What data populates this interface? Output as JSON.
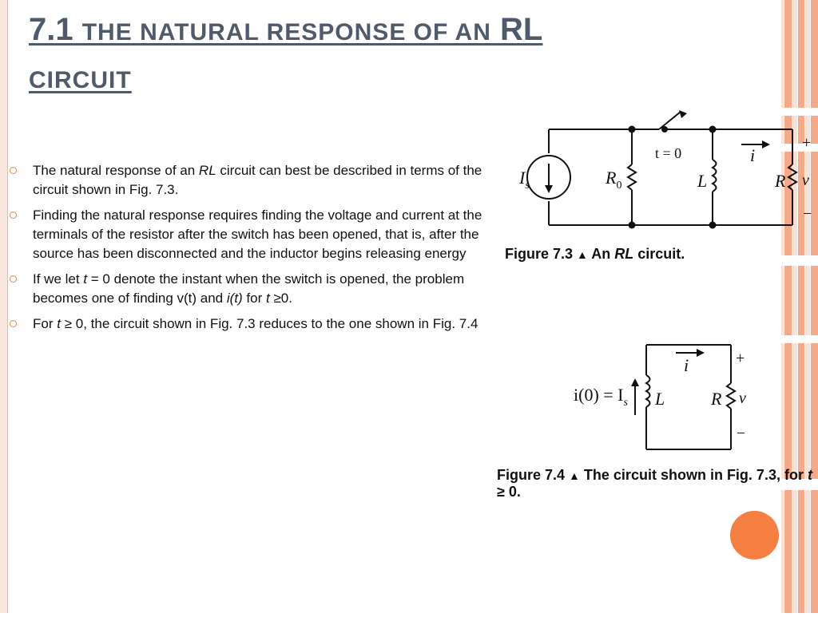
{
  "slide": {
    "title_number": "7.1",
    "title_smallcaps": "THE NATURAL RESPONSE OF AN",
    "title_rl": "RL",
    "title_line2": "CIRCUIT"
  },
  "bullets": [
    {
      "parts": [
        {
          "t": "The natural response of an ",
          "i": false
        },
        {
          "t": "RL",
          "i": true
        },
        {
          "t": " circuit can best be described in terms of the circuit shown in Fig. 7.3.",
          "i": false
        }
      ]
    },
    {
      "parts": [
        {
          "t": "Finding the natural response requires finding the voltage and current at the terminals of the resistor after the switch has been opened, that is, after the source has been disconnected and the inductor begins releasing energy",
          "i": false
        }
      ]
    },
    {
      "parts": [
        {
          "t": "If we let ",
          "i": false
        },
        {
          "t": "t",
          "i": true
        },
        {
          "t": " = 0 denote the instant when the switch is opened, the problem becomes one of finding v(t) and ",
          "i": false
        },
        {
          "t": "i(t)",
          "i": true
        },
        {
          "t": " for ",
          "i": false
        },
        {
          "t": "t",
          "i": true
        },
        {
          "t": " ≥0.",
          "i": false
        }
      ]
    },
    {
      "parts": [
        {
          "t": "For ",
          "i": false
        },
        {
          "t": "t",
          "i": true
        },
        {
          "t": " ≥ 0, the circuit shown in Fig. 7.3 reduces to the one shown in Fig. 7.4",
          "i": false
        }
      ]
    }
  ],
  "fig73": {
    "label_is": "I",
    "label_is_sub": "s",
    "label_r0": "R",
    "label_r0_sub": "0",
    "label_switch": "t = 0",
    "label_l": "L",
    "label_r": "R",
    "label_i": "i",
    "label_v": "v",
    "label_plus": "+",
    "label_minus": "−",
    "caption_fig": "Figure 7.3",
    "caption_tri": "▲",
    "caption_text": "An ",
    "caption_rl": "RL",
    "caption_end": " circuit."
  },
  "fig74": {
    "label_init": "i(0) = I",
    "label_init_sub": "s",
    "label_l": "L",
    "label_r": "R",
    "label_i": "i",
    "label_v": "v",
    "label_plus": "+",
    "label_minus": "−",
    "caption_fig": "Figure 7.4",
    "caption_tri": "▲",
    "caption_text": "The circuit shown in Fig. 7.3, for ",
    "caption_t": "t",
    "caption_end": " ≥ 0."
  },
  "colors": {
    "accent": "#f57e42",
    "title": "#4f5a6b",
    "stripe_light": "#fbe0d4",
    "stripe_dark": "#f4a98a"
  }
}
